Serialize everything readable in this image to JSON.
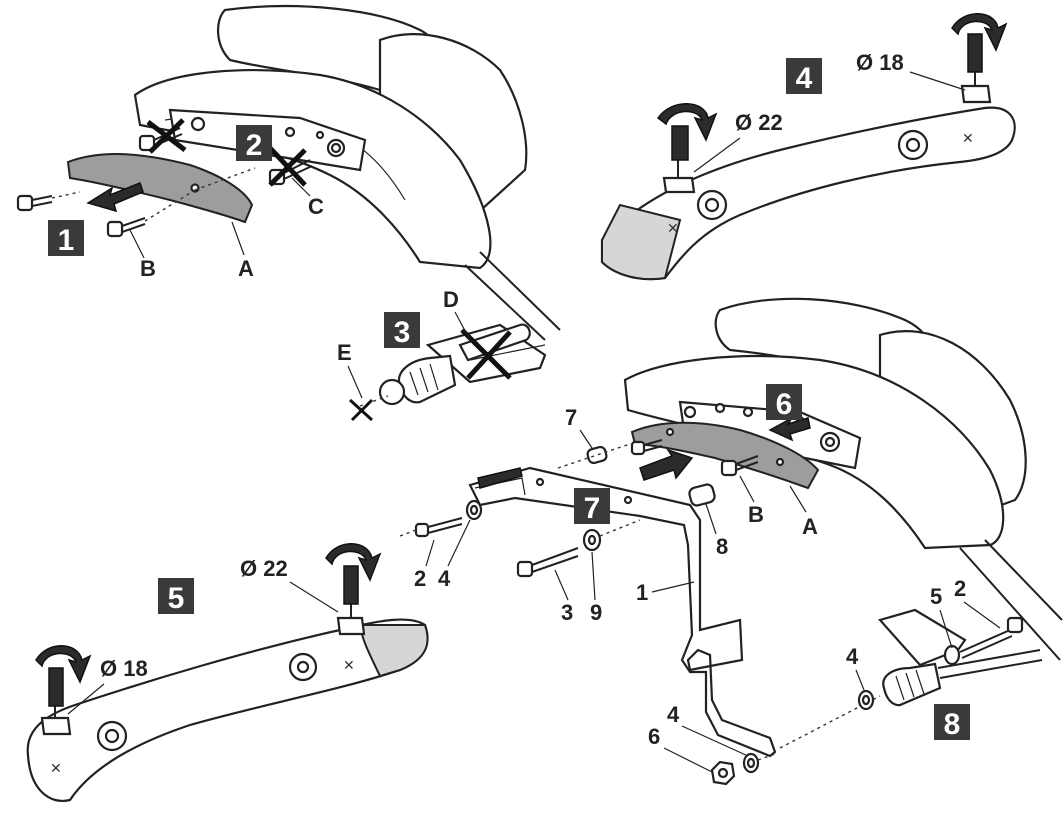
{
  "steps": [
    "1",
    "2",
    "3",
    "4",
    "5",
    "6",
    "7",
    "8"
  ],
  "letters": {
    "a": "A",
    "b": "B",
    "c": "C",
    "d": "D",
    "e": "E"
  },
  "numbers": {
    "n1": "1",
    "n2": "2",
    "n3": "3",
    "n4": "4",
    "n5": "5",
    "n6": "6",
    "n7": "7",
    "n8": "8",
    "n9": "9"
  },
  "dimensions": {
    "d18": "Ø 18",
    "d22": "Ø 22"
  },
  "colors": {
    "step_box": "#3a3a3a",
    "line": "#222222",
    "cover_grey": "#9d9d9d",
    "light_grey": "#d6d6d6"
  },
  "icons": [
    "remove-x-icon",
    "rotate-arrow-icon",
    "direction-arrow-icon"
  ]
}
